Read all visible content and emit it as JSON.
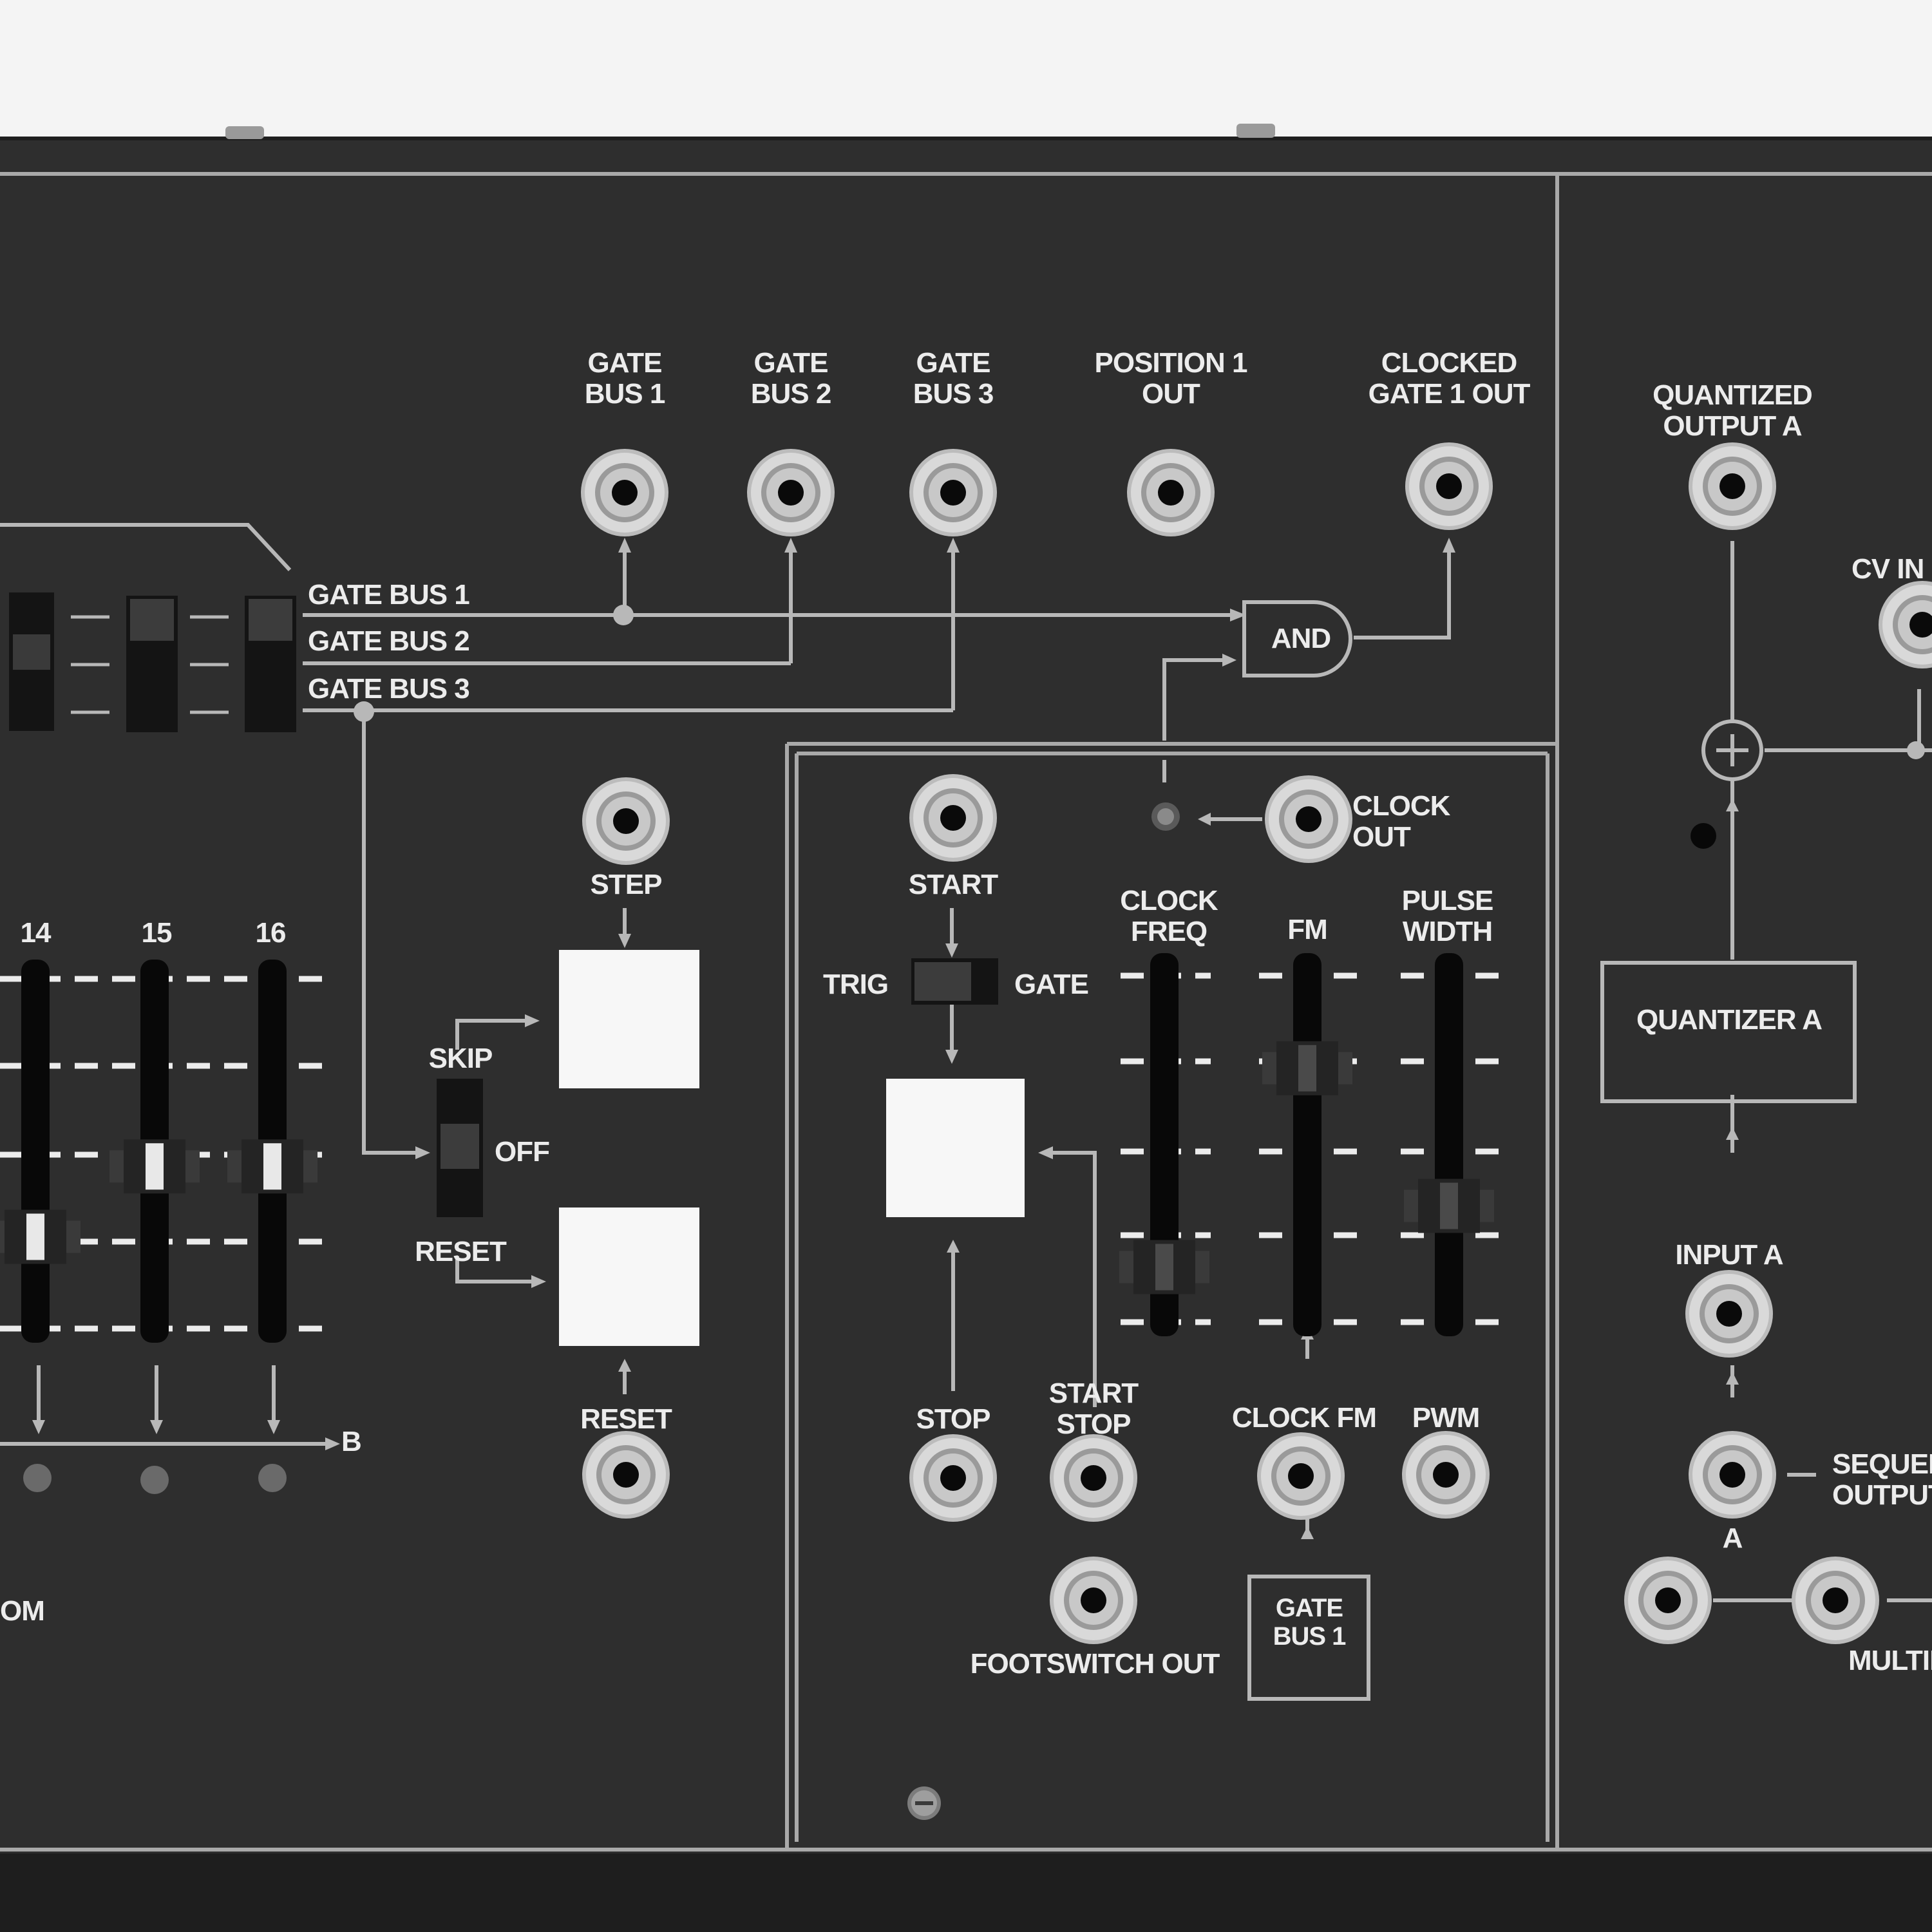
{
  "colors": {
    "background": "#f4f4f4",
    "panel": "#2e2e2e",
    "panel_frame": "#1c1c1c",
    "silkscreen": "#bdbdbd",
    "label_text": "#ececec",
    "button_face": "#f7f7f7",
    "jack_ring": "#cfcfcf"
  },
  "top_jacks": {
    "gate_bus_1": "GATE BUS 1",
    "gate_bus_2": "GATE BUS 2",
    "gate_bus_3": "GATE BUS 3",
    "position_1_out": "POSITION 1 OUT",
    "clocked_gate_1_out": "CLOCKED GATE 1 OUT"
  },
  "buses": {
    "bus_1": "GATE BUS 1",
    "bus_2": "GATE BUS 2",
    "bus_3": "GATE BUS 3",
    "logic_gate": "AND"
  },
  "sequencer": {
    "step_numbers": [
      "14",
      "15",
      "16"
    ],
    "bus_b_label": "B",
    "partial_label": "OM"
  },
  "step_controls": {
    "step": "STEP",
    "skip": "SKIP",
    "off": "OFF",
    "reset_switch": "RESET",
    "reset_jack": "RESET"
  },
  "clock_section": {
    "start": "START",
    "trig": "TRIG",
    "gate": "GATE",
    "clock_out": "CLOCK OUT",
    "clock_freq": "CLOCK FREQ",
    "fm": "FM",
    "pulse_width": "PULSE WIDTH",
    "stop": "STOP",
    "start_stop": "START STOP",
    "clock_fm": "CLOCK FM",
    "pwm": "PWM",
    "footswitch_out": "FOOTSWITCH OUT",
    "gate_bus_1_box": "GATE BUS 1"
  },
  "quantizer": {
    "quantized_output_a": "QUANTIZED OUTPUT A",
    "cv_in": "CV IN",
    "quantizer_a": "QUANTIZER A",
    "input_a": "INPUT A",
    "sequencer_output": "SEQUENCER OUTPUT",
    "a_label": "A",
    "multiple": "MULTIPLE"
  },
  "slider_levels": {
    "step_14": 0.22,
    "step_15": 0.45,
    "step_16": 0.45,
    "clock_freq": 0.1,
    "fm": 0.75,
    "pulse_width": 0.3
  }
}
